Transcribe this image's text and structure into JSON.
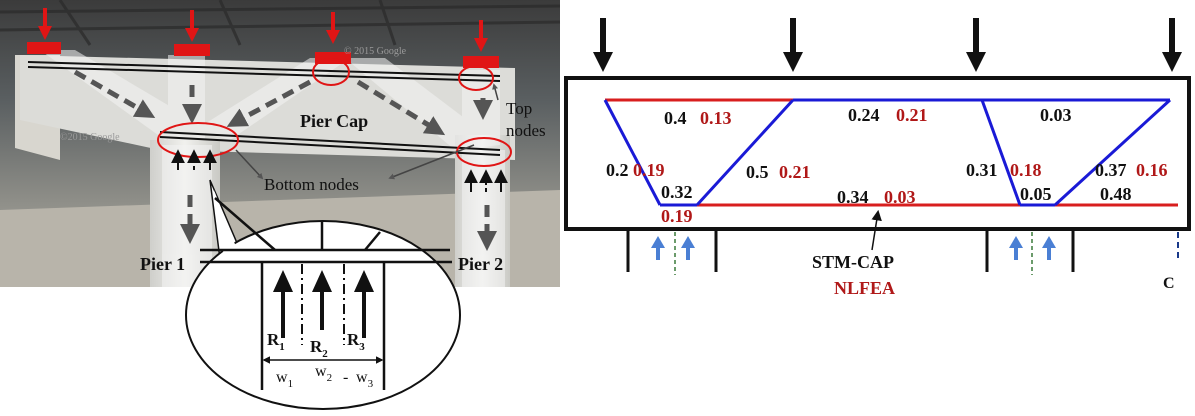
{
  "photo": {
    "labels": {
      "pier_cap": "Pier Cap",
      "top_nodes_line1": "Top",
      "top_nodes_line2": "nodes",
      "bottom_nodes": "Bottom nodes",
      "pier1": "Pier 1",
      "pier2": "Pier 2"
    },
    "watermarks": [
      "© 2015 Google",
      "©2015 Google"
    ]
  },
  "inset": {
    "r1": "R",
    "r1_sub": "1",
    "r2": "R",
    "r2_sub": "2",
    "r3": "R",
    "r3_sub": "3",
    "w1": "w",
    "w1_sub": "1",
    "w2": "w",
    "w2_sub": "2",
    "w3": "w",
    "w3_sub": "3",
    "dash": "-"
  },
  "model": {
    "ties": {
      "top_left": {
        "stm": "0.4",
        "nlfea": "0.13"
      },
      "top_mid": {
        "stm": "0.24",
        "nlfea": "0.21"
      },
      "top_right": {
        "stm": "0.03"
      },
      "bottom_left": {
        "stm": "0.32",
        "nlfea": "0.19"
      },
      "bottom_mid": {
        "stm": "0.34",
        "nlfea": "0.03"
      },
      "bottom_right_a": {
        "stm": "0.05"
      },
      "bottom_right_b": {
        "stm": "0.48"
      }
    },
    "struts": {
      "left_diag": {
        "stm": "0.2",
        "nlfea": "0.19"
      },
      "mid_diag": {
        "stm": "0.5",
        "nlfea": "0.21"
      },
      "right_vert": {
        "stm": "0.31",
        "nlfea": "0.18"
      },
      "right_diag": {
        "stm": "0.37",
        "nlfea": "0.16"
      }
    },
    "legend": {
      "stm": "STM-CAP",
      "nlfea": "NLFEA"
    },
    "centerline": "C",
    "colors": {
      "stm": "#111111",
      "nlfea": "#b01818",
      "compression": "#1a1ad6",
      "tension": "#d81e1e",
      "reaction": "#4a7fd4"
    }
  }
}
